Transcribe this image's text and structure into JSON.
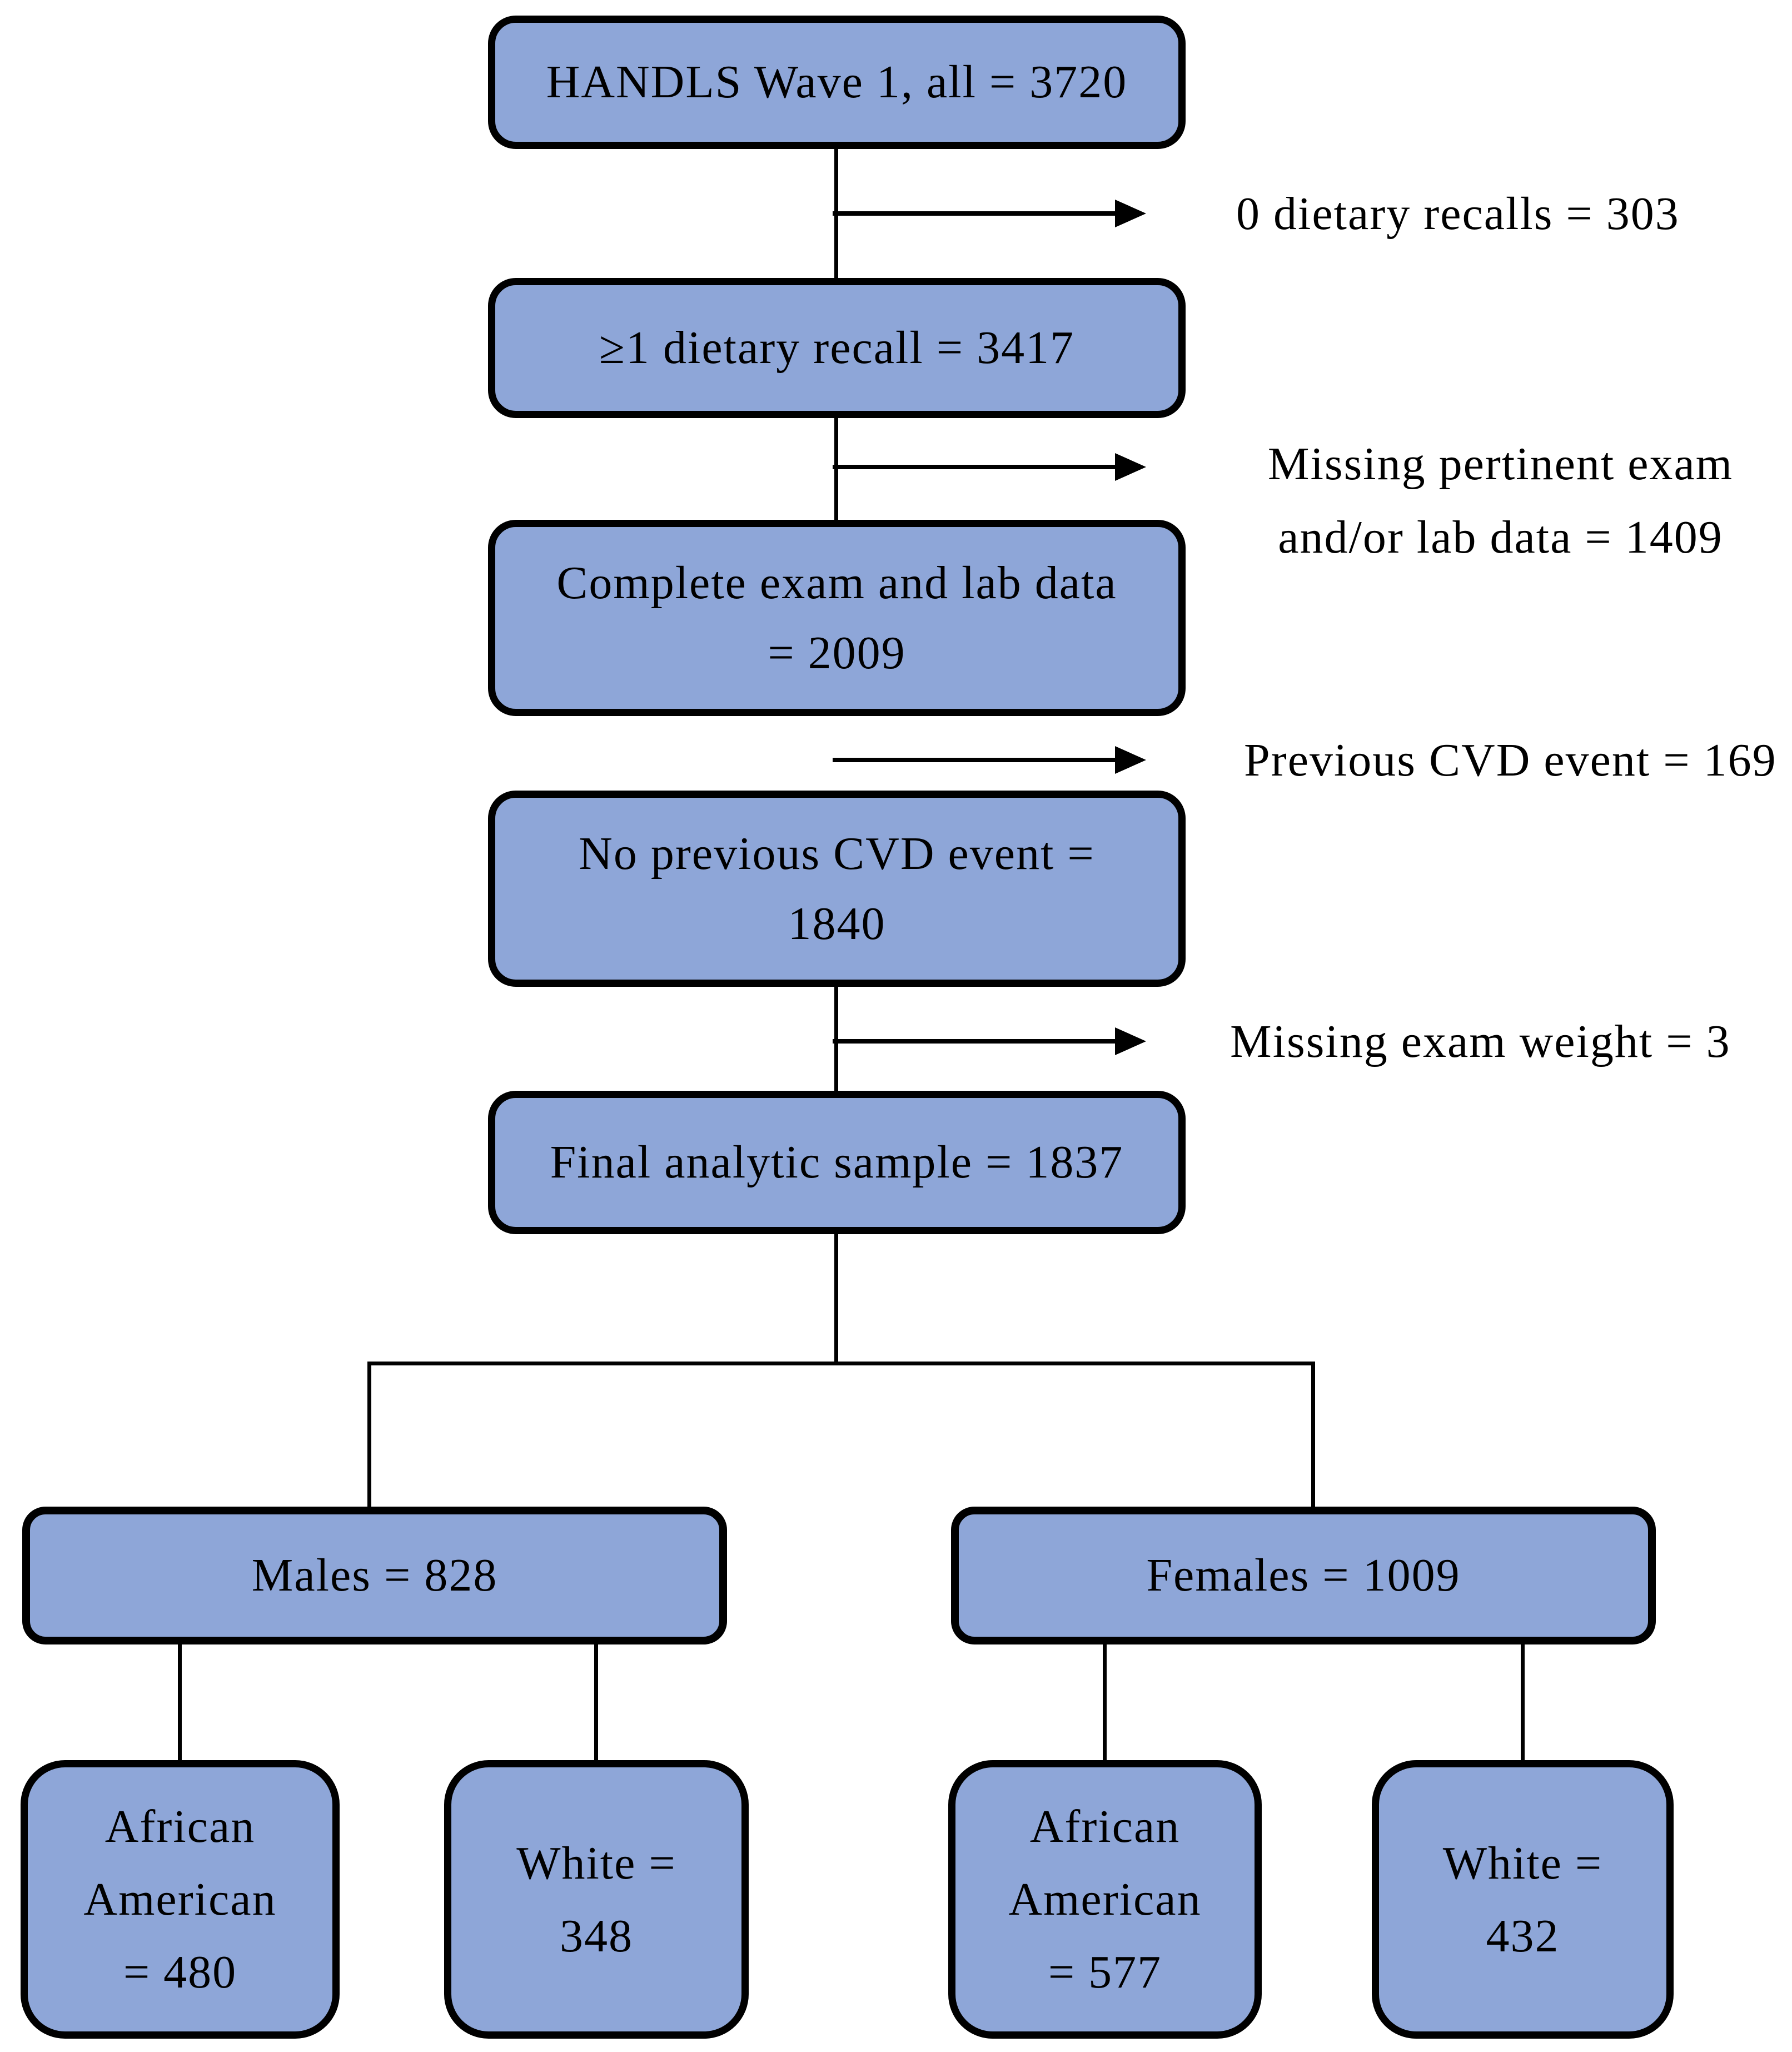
{
  "flow": {
    "colors": {
      "box_fill": "#8EA6D8",
      "box_border": "#000000",
      "line_color": "#000000",
      "text_color": "#000000",
      "page_bg": "#FFFFFF"
    },
    "boxes": {
      "wave1": {
        "lines": [
          "HANDLS Wave 1, all = 3720"
        ]
      },
      "recall": {
        "lines": [
          "≥1 dietary recall = 3417"
        ]
      },
      "exam": {
        "lines": [
          "Complete exam and lab data",
          "= 2009"
        ]
      },
      "no_cvd": {
        "lines": [
          "No previous CVD event =",
          "1840"
        ]
      },
      "final": {
        "lines": [
          "Final analytic sample = 1837"
        ]
      },
      "males": {
        "lines": [
          "Males = 828"
        ]
      },
      "females": {
        "lines": [
          "Females = 1009"
        ]
      },
      "males_aa": {
        "lines": [
          "African",
          "American",
          "= 480"
        ]
      },
      "males_white": {
        "lines": [
          "White =",
          "348"
        ]
      },
      "females_aa": {
        "lines": [
          "African",
          "American",
          "= 577"
        ]
      },
      "females_white": {
        "lines": [
          "White =",
          "432"
        ]
      }
    },
    "exclusions": {
      "no_recalls": {
        "lines": [
          "0 dietary recalls = 303"
        ]
      },
      "missing_exam_lab": {
        "lines": [
          "Missing pertinent exam",
          "and/or lab data = 1409"
        ]
      },
      "previous_cvd": {
        "lines": [
          "Previous CVD event = 169"
        ]
      },
      "missing_weight": {
        "lines": [
          "Missing exam weight = 3"
        ]
      }
    }
  }
}
